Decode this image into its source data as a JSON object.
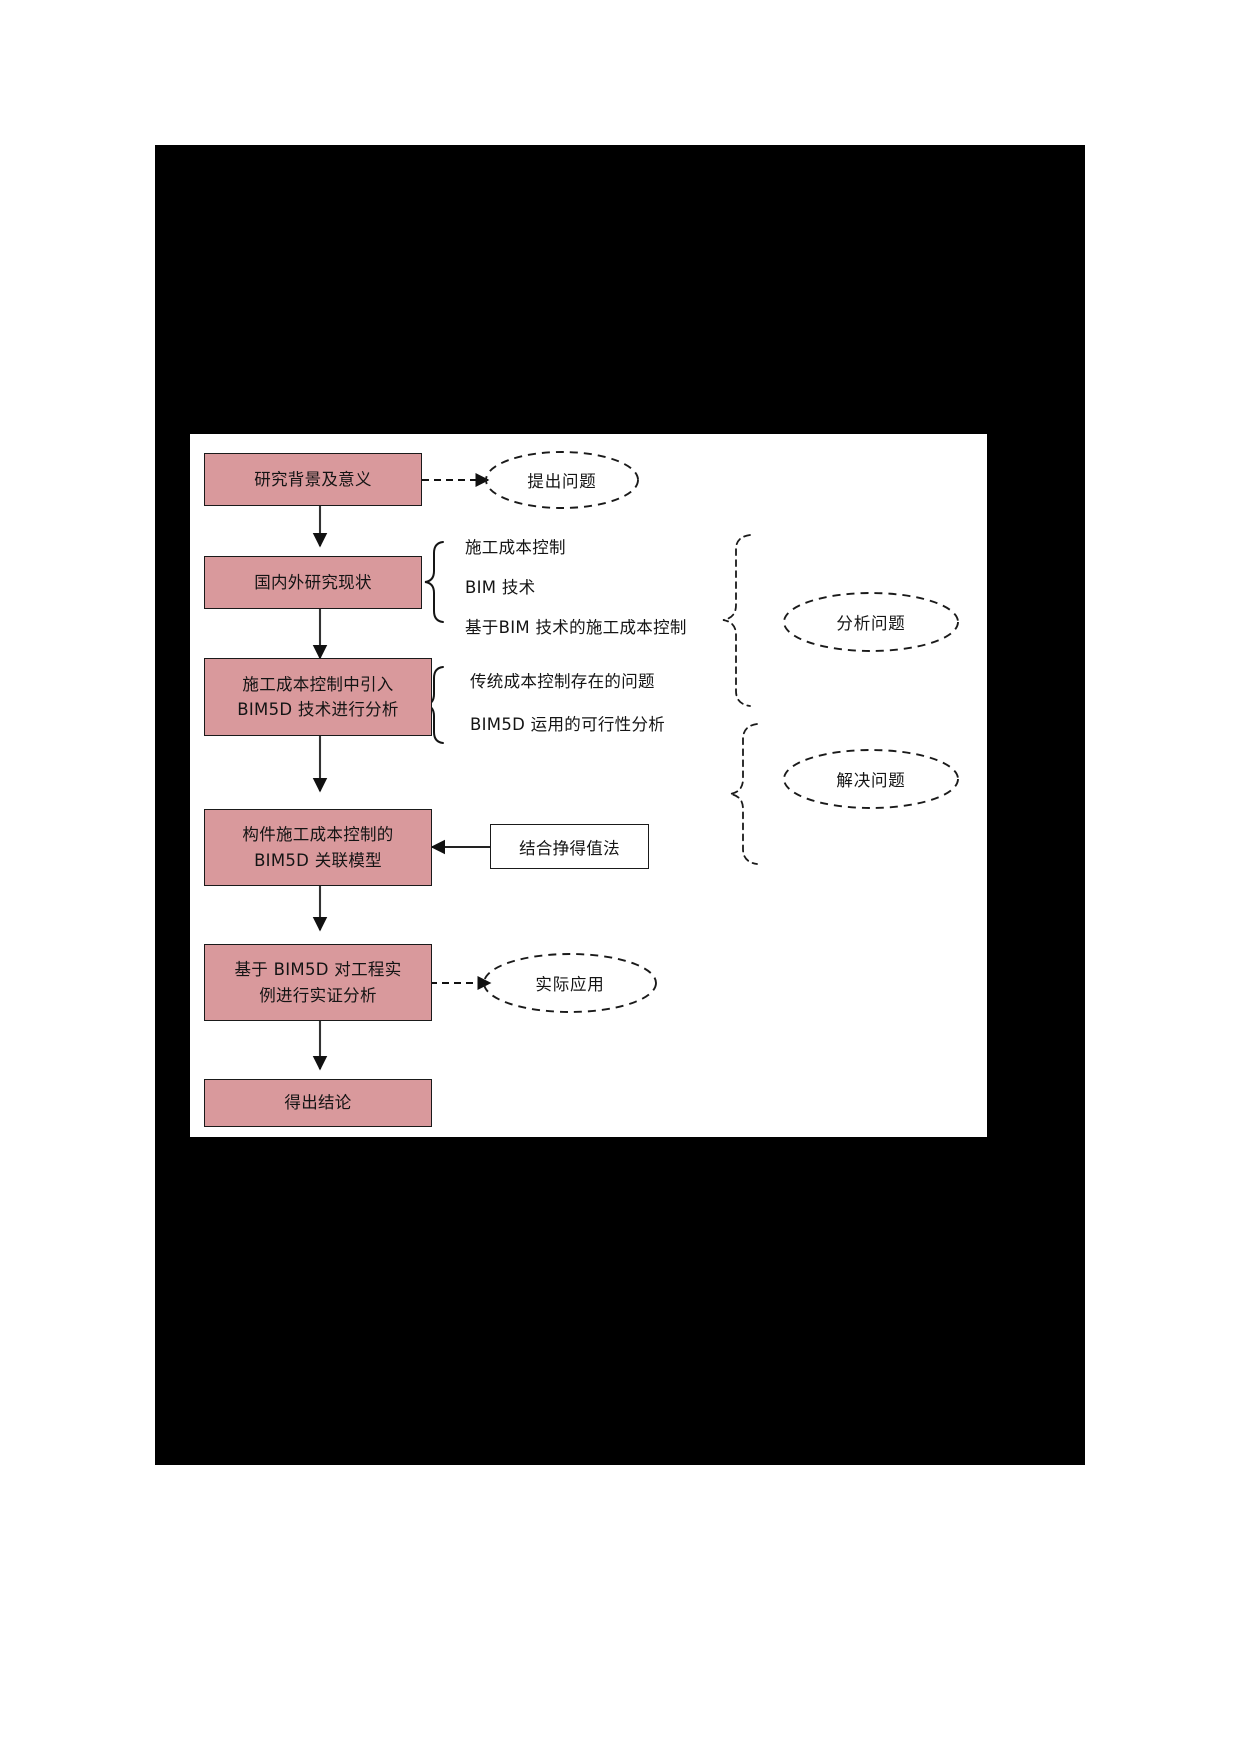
{
  "diagram": {
    "type": "research-methodology-flowchart",
    "title_visible": false,
    "colors": {
      "box_fill": "#d9999c",
      "box_border": "#1a1a1a",
      "canvas": "#ffffff",
      "page_background": "#000000",
      "text": "#141414"
    },
    "process_boxes": [
      {
        "id": "bg",
        "lines": [
          "研究背景及意义"
        ]
      },
      {
        "id": "status",
        "lines": [
          "国内外研究现状"
        ]
      },
      {
        "id": "intro",
        "lines": [
          "施工成本控制中引入",
          "BIM5D 技术进行分析"
        ]
      },
      {
        "id": "model",
        "lines": [
          "构件施工成本控制的",
          "BIM5D 关联模型"
        ]
      },
      {
        "id": "case",
        "lines": [
          "基于 BIM5D 对工程实",
          "例进行实证分析"
        ]
      },
      {
        "id": "conclude",
        "lines": [
          "得出结论"
        ]
      }
    ],
    "note_boxes": [
      {
        "id": "evm",
        "label": "结合挣得值法"
      }
    ],
    "ellipses": [
      {
        "id": "raise",
        "label": "提出问题"
      },
      {
        "id": "analyze",
        "label": "分析问题"
      },
      {
        "id": "solve",
        "label": "解决问题"
      },
      {
        "id": "apply",
        "label": "实际应用"
      }
    ],
    "branch_groups": [
      {
        "id": "status-branch",
        "source_box": "status",
        "items": [
          "施工成本控制",
          "BIM 技术",
          "基于BIM 技术的施工成本控制"
        ]
      },
      {
        "id": "intro-branch",
        "source_box": "intro",
        "items": [
          "传统成本控制存在的问题",
          "BIM5D 运用的可行性分析"
        ]
      }
    ],
    "flow_sequence": [
      "研究背景及意义",
      "国内外研究现状",
      "施工成本控制中引入BIM5D 技术进行分析",
      "构件施工成本控制的BIM5D 关联模型",
      "基于 BIM5D 对工程实例进行实证分析",
      "得出结论"
    ]
  }
}
